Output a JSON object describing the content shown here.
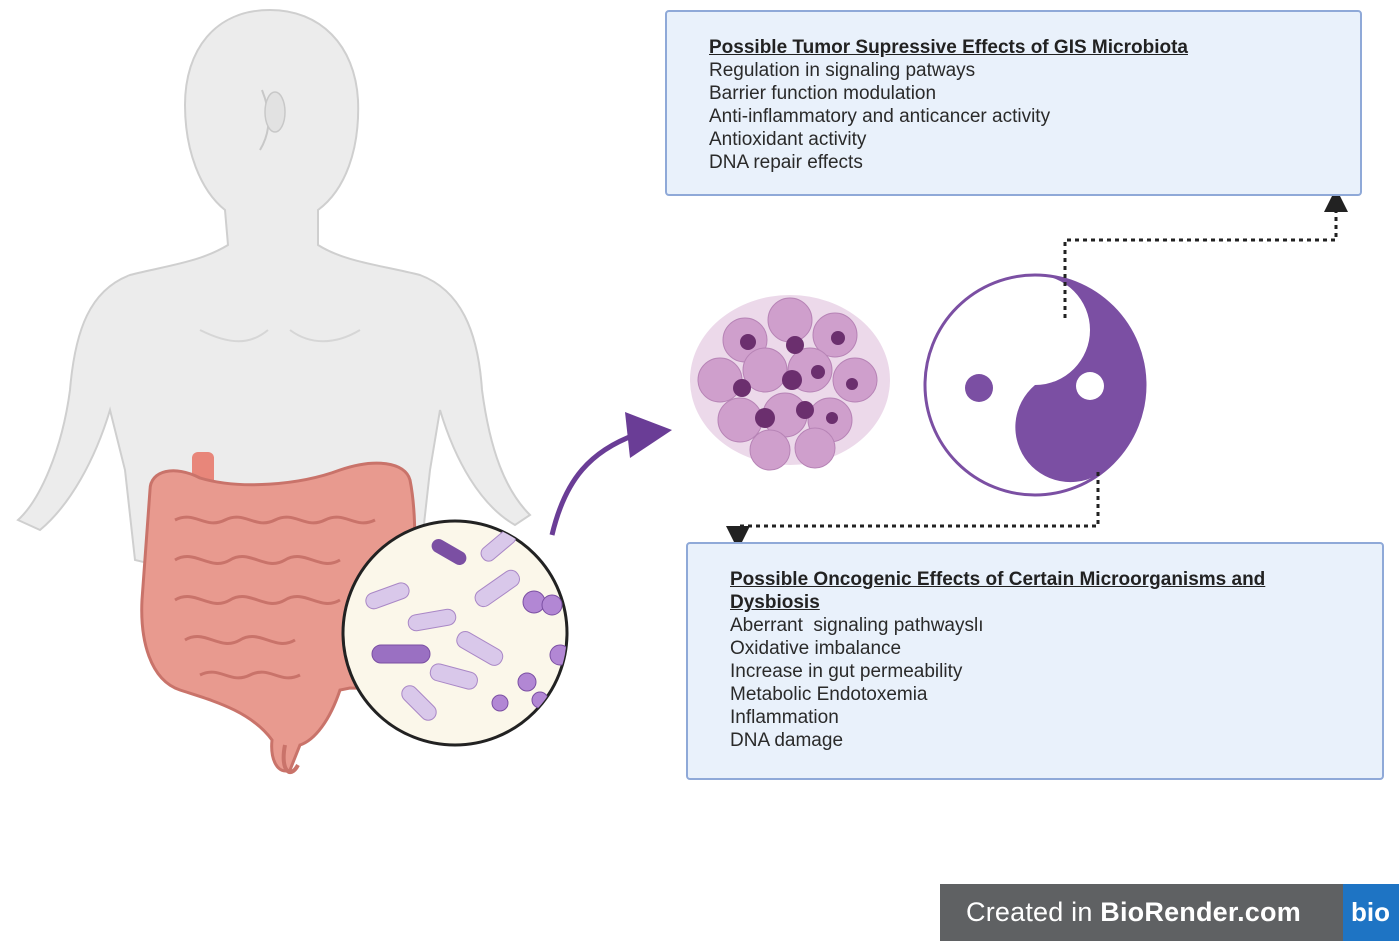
{
  "top_box": {
    "title": "Possible Tumor Supressive Effects of GIS Microbiota ",
    "items": [
      "Regulation in signaling patways",
      "Barrier function modulation",
      "Anti-inflammatory and anticancer activity",
      "Antioxidant activity",
      "DNA repair effects"
    ]
  },
  "bottom_box": {
    "title": "Possible Oncogenic Effects of Certain Microorganisms and Dysbiosis ",
    "items": [
      "Aberrant  signaling pathwayslı",
      "Oxidative imbalance",
      "Increase in gut permeability",
      "Metabolic Endotoxemia",
      "Inflammation",
      "DNA damage"
    ]
  },
  "badge": {
    "prefix": "Created in ",
    "brand": "BioRender.com",
    "logo": "bio"
  },
  "colors": {
    "purple": "#7b4fa3",
    "box_fill": "#e9f1fb",
    "box_border": "#8fa9d8",
    "intestine": "#e89a8f"
  },
  "icons": [
    "human-body-icon",
    "intestine-icon",
    "bacteria-magnifier-icon",
    "curved-arrow-icon",
    "tumor-cell-cluster-icon",
    "yin-yang-icon"
  ]
}
